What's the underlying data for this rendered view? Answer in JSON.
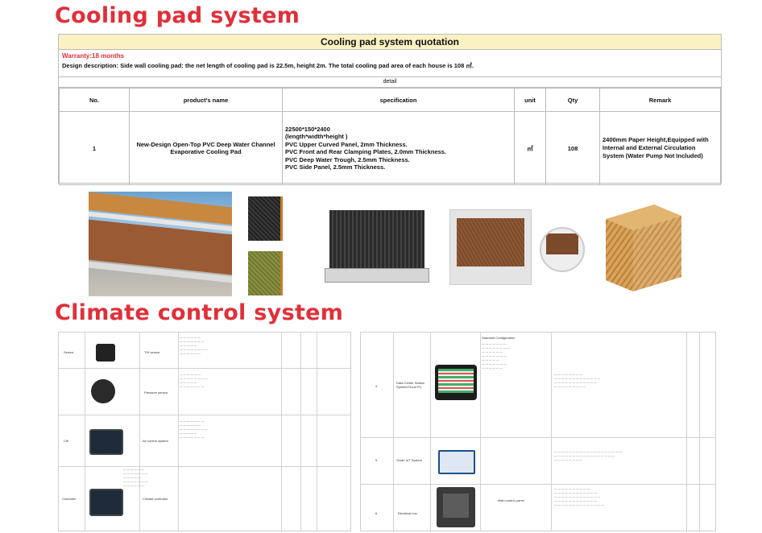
{
  "headings": {
    "cooling": "Cooling pad system",
    "climate": "Climate control system"
  },
  "quotation": {
    "title": "Cooling pad system quotation",
    "warranty": "Warranty:18 months",
    "design_description": "Design description:  Side wall cooling pad: the net length of cooling pad is  22.5m, height  2m. The total  cooling pad area of each house is 108 ㎡.",
    "detail_label": "detail",
    "columns": [
      "No.",
      "product's name",
      "specification",
      "unit",
      "Qty",
      "Remark"
    ],
    "rows": [
      {
        "no": "1",
        "name": "New-Design Open-Top PVC Deep Water Channel Evaporative Cooling Pad",
        "spec": [
          "22500*150*2400",
          "(length*width*height )",
          "PVC Upper Curved Panel, 2mm Thickness.",
          "PVC Front and Rear Clamping Plates, 2.0mm Thickness.",
          "PVC Deep Water Trough, 2.5mm Thickness.",
          "PVC Side Panel, 2.5mm Thickness."
        ],
        "unit": "㎡",
        "qty": "108",
        "remark": "2400mm Paper Height,Equipped with Internal and External Circulation System (Water Pump Not Included)"
      }
    ]
  },
  "colors": {
    "heading_red": "#e0303a",
    "title_bar": "#fbf2c4",
    "pad_brown": "#b06a3a",
    "pad_honey": "#d9a35a"
  },
  "images": [
    "poultry-house-cooling-pad-photo",
    "black-pad-sample",
    "green-pad-sample",
    "black-pad-with-trough",
    "brown-pad-installed",
    "pad-closeup-circle",
    "honeycomb-pad-block"
  ],
  "climate_left": {
    "items": [
      {
        "group": "Sensor",
        "name": "T/H sensor"
      },
      {
        "group": "",
        "name": "Pressure sensor"
      },
      {
        "group": "Ctrl",
        "name": "Air control system"
      },
      {
        "group": "Controller",
        "name": "Climate controller"
      }
    ]
  },
  "climate_right": {
    "items": [
      {
        "no": "4",
        "name": "Data Center Station System/Cloud PC",
        "note": "Standard Configuration"
      },
      {
        "no": "5",
        "name": "Smart IoT System",
        "note": ""
      },
      {
        "no": "6",
        "name": "Electrical box",
        "note": "Main control panel"
      }
    ]
  }
}
